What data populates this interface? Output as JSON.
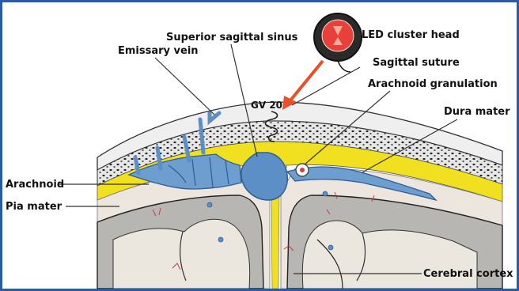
{
  "labels": {
    "led_head": "LED cluster head",
    "superior_sinus": "Superior sagittal sinus",
    "emissary_vein": "Emissary vein",
    "sagittal_suture": "Sagittal suture",
    "arachnoid_granulation": "Arachnoid granulation",
    "gv20": "GV 20",
    "dura_mater": "Dura mater",
    "arachnoid": "Arachnoid",
    "pia_mater": "Pia mater",
    "cerebral_cortex": "Cerebral cortex"
  },
  "colors": {
    "frame": "#2a5aa8",
    "skull": "#e8e8e8",
    "skull_dots": "#222222",
    "dura": "#f0e020",
    "sinus": "#5b8fc6",
    "cortex": "#b8b6b2",
    "white_matter": "#ebe7df",
    "arrow": "#e8502a",
    "led_red": "#e8403a"
  }
}
